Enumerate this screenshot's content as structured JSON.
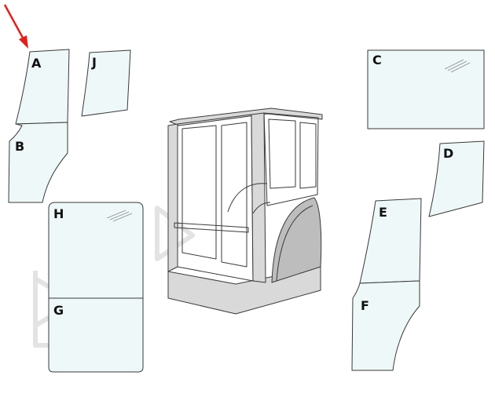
{
  "panels": {
    "A": {
      "label": "A"
    },
    "B": {
      "label": "B"
    },
    "J": {
      "label": "J"
    },
    "H": {
      "label": "H"
    },
    "G": {
      "label": "G"
    },
    "C": {
      "label": "C"
    },
    "D": {
      "label": "D"
    },
    "E": {
      "label": "E"
    },
    "F": {
      "label": "F"
    }
  },
  "colors": {
    "glass": "#eef8f8",
    "outline": "#3a3a3a",
    "indicator_arrow": "#e0201b",
    "cab_body": "#d9d9d9"
  },
  "icons": {
    "indicator": "red-arrow-icon",
    "watermark": "logo-watermark-icon"
  }
}
